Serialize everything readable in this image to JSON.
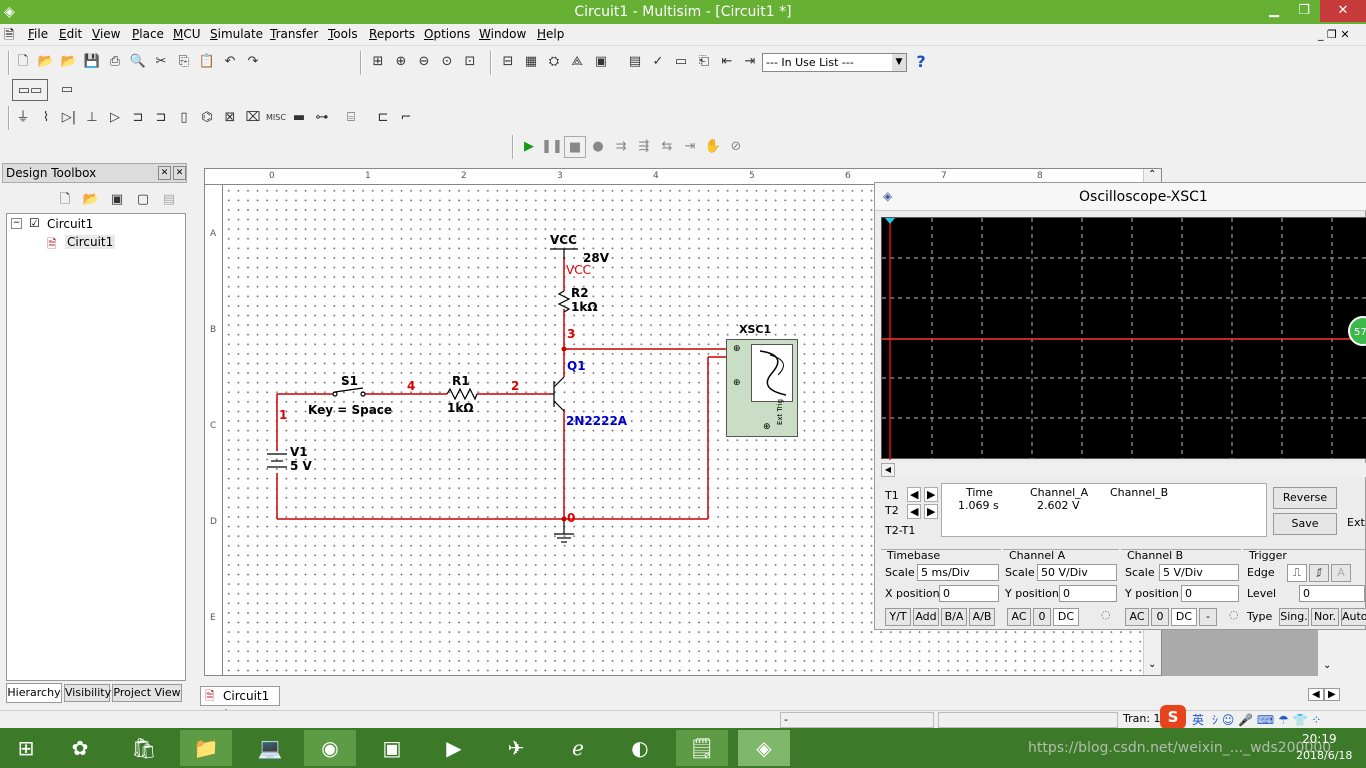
{
  "window": {
    "title": "Circuit1 - Multisim - [Circuit1 *]"
  },
  "menu": [
    "File",
    "Edit",
    "View",
    "Place",
    "MCU",
    "Simulate",
    "Transfer",
    "Tools",
    "Reports",
    "Options",
    "Window",
    "Help"
  ],
  "toolbar": {
    "in_use_list": "--- In Use List ---",
    "help": "?"
  },
  "toolbox": {
    "title": "Design Toolbox",
    "root": "Circuit1",
    "child": "Circuit1",
    "tabs": [
      "Hierarchy",
      "Visibility",
      "Project View"
    ]
  },
  "ruler": {
    "top": [
      "0",
      "1",
      "2",
      "3",
      "4",
      "5",
      "6",
      "7",
      "8"
    ],
    "left": [
      "A",
      "B",
      "C",
      "D",
      "E"
    ]
  },
  "circuit": {
    "vcc_label": "VCC",
    "vcc_value": "28V",
    "vcc_net": "VCC",
    "r2_name": "R2",
    "r2_value": "1kΩ",
    "net3": "3",
    "q1_name": "Q1",
    "q1_model": "2N2222A",
    "s1_name": "S1",
    "s1_key": "Key = Space",
    "r1_name": "R1",
    "r1_value": "1kΩ",
    "net4": "4",
    "net2": "2",
    "net1": "1",
    "net0": "0",
    "v1_name": "V1",
    "v1_value": "5 V",
    "xsc_name": "XSC1"
  },
  "scope": {
    "title": "Oscilloscope-XSC1",
    "badge": "57",
    "readout": {
      "t1": "T1",
      "t2": "T2",
      "t2t1": "T2-T1",
      "col_time": "Time",
      "col_a": "Channel_A",
      "col_b": "Channel_B",
      "time": "1.069 s",
      "a": "2.602 V",
      "b": ""
    },
    "reverse": "Reverse",
    "save": "Save",
    "ext": "Ext.",
    "timebase": {
      "title": "Timebase",
      "scale_label": "Scale",
      "scale": "5 ms/Div",
      "xpos_label": "X position",
      "xpos": "0",
      "modes": [
        "Y/T",
        "Add",
        "B/A",
        "A/B"
      ]
    },
    "channel_a": {
      "title": "Channel A",
      "scale_label": "Scale",
      "scale": "50  V/Div",
      "ypos_label": "Y position",
      "ypos": "0",
      "coupling": [
        "AC",
        "0",
        "DC"
      ]
    },
    "channel_b": {
      "title": "Channel B",
      "scale_label": "Scale",
      "scale": "5  V/Div",
      "ypos_label": "Y position",
      "ypos": "0",
      "coupling": [
        "AC",
        "0",
        "DC",
        "-"
      ]
    },
    "trigger": {
      "title": "Trigger",
      "edge_label": "Edge",
      "level_label": "Level",
      "level": "0",
      "type_label": "Type",
      "types": [
        "Sing.",
        "Nor.",
        "Auto"
      ]
    }
  },
  "doc_tab": "Circuit1 *",
  "status": {
    "dash": "-",
    "tran": "Tran: 1"
  },
  "tray": {
    "ime": "英",
    "time": "20:19",
    "date": "2018/6/18",
    "watermark": "https://blog.csdn.net/weixin_..._wds200000"
  },
  "colors": {
    "title_green": "#66b033",
    "wire_red": "#cc0000",
    "component_blue": "#0000cc",
    "scope_bg": "#000000",
    "trace": "#ff3030"
  }
}
